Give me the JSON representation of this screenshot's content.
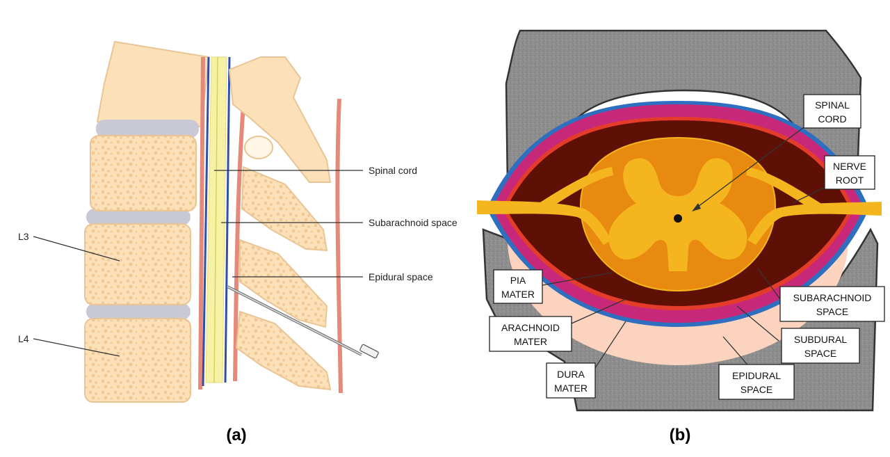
{
  "panel_a": {
    "caption": "(a)",
    "labels": {
      "spinal_cord": "Spinal cord",
      "subarachnoid_space": "Subarachnoid space",
      "epidural_space": "Epidural space",
      "l3": "L3",
      "l4": "L4"
    }
  },
  "panel_b": {
    "caption": "(b)",
    "labels": {
      "spinal_cord": [
        "SPINAL",
        "CORD"
      ],
      "nerve_root": [
        "NERVE",
        "ROOT"
      ],
      "pia_mater": [
        "PIA",
        "MATER"
      ],
      "arachnoid_mater": [
        "ARACHNOID",
        "MATER"
      ],
      "dura_mater": [
        "DURA",
        "MATER"
      ],
      "subarachnoid_space": [
        "SUBARACHNOID",
        "SPACE"
      ],
      "subdural_space": [
        "SUBDURAL",
        "SPACE"
      ],
      "epidural_space": [
        "EPIDURAL",
        "SPACE"
      ]
    }
  },
  "colors": {
    "bone": "#fbe0b8",
    "bone_pattern": "#f0c790",
    "disc": "#c9c9d6",
    "cord": "#f7f1a6",
    "csf_blue": "#2f4fa8",
    "ligament": "#e58a7a",
    "vertebra_gray": "#8e8e8e",
    "epidural_peach": "#fbd3bf",
    "dura_magenta": "#c8287a",
    "subarachnoid_dark": "#5e1007",
    "grey_matter": "#f5b51e",
    "white_matter": "#e88a10"
  }
}
